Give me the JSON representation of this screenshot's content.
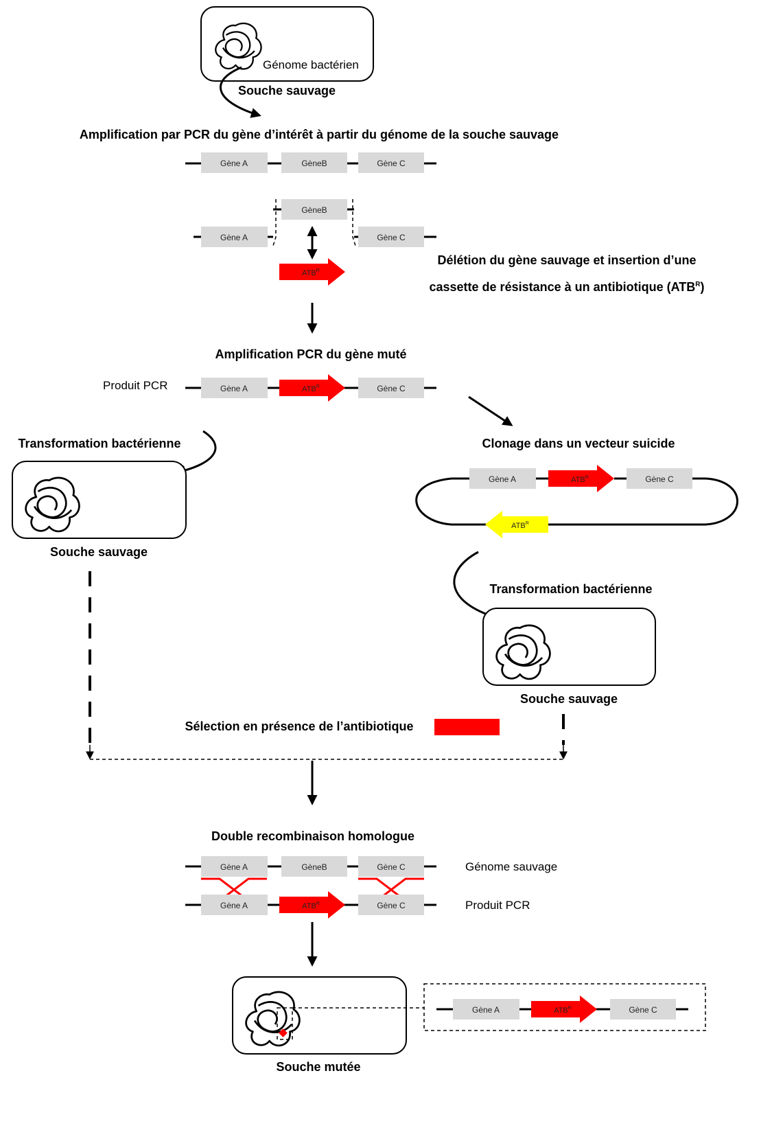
{
  "titles": {
    "genome_label": "Génome bactérien",
    "wild_strain_top": "Souche sauvage",
    "step_amplification": "Amplification par PCR du gène d’intérêt à partir du génome de la souche sauvage",
    "step_deletion_line1": "Délétion du gène sauvage et insertion d’une",
    "step_deletion_line2": "cassette de résistance à un antibiotique (ATB",
    "step_deletion_sup": "R",
    "step_deletion_end": ")",
    "step_pcr_mutant": "Amplification PCR du gène muté",
    "pcr_product": "Produit PCR",
    "transformation_left": "Transformation bactérienne",
    "cloning": "Clonage dans un vecteur suicide",
    "wild_strain_left": "Souche sauvage",
    "transformation_right": "Transformation bactérienne",
    "wild_strain_right": "Souche sauvage",
    "selection": "Sélection en présence de l’antibiotique",
    "double_recomb": "Double recombinaison homologue",
    "wild_genome": "Génome sauvage",
    "pcr_product_2": "Produit PCR",
    "mutant_strain": "Souche mutée"
  },
  "genes": {
    "a": "Gène A",
    "b": "GèneB",
    "c": "Gène C",
    "atb": "ATB",
    "atb_sup": "R"
  },
  "colors": {
    "atb_red": "#ff0000",
    "atb_yellow": "#ffff00",
    "gene_gray": "#d9d9d9",
    "crossover_red": "#ff0000"
  }
}
